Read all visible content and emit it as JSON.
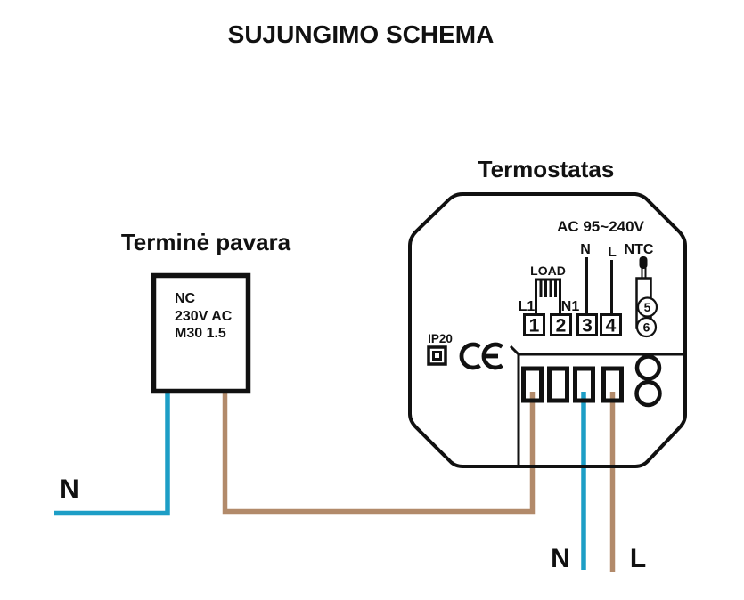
{
  "title": "SUJUNGIMO SCHEMA",
  "actuator": {
    "title": "Terminė pavara",
    "spec": {
      "line1": "NC",
      "line2": "230V AC",
      "line3": "M30 1.5"
    }
  },
  "thermostat": {
    "title": "Termostatas",
    "voltage": "AC 95~240V",
    "load_label": "LOAD",
    "l1_label": "L1",
    "n1_label": "N1",
    "n_label": "N",
    "l_label": "L",
    "ntc_label": "NTC",
    "terminal_1": "1",
    "terminal_2": "2",
    "terminal_3": "3",
    "terminal_4": "4",
    "sensor_terminal_5": "5",
    "sensor_terminal_6": "6",
    "ip_rating": "IP20",
    "ce_mark": "CE"
  },
  "wiring": {
    "neutral_left_label": "N",
    "neutral_bottom_label": "N",
    "line_bottom_label": "L"
  },
  "colors": {
    "neutral_wire": "#1d9ec6",
    "line_wire": "#b28a6a",
    "outline": "#111111"
  }
}
